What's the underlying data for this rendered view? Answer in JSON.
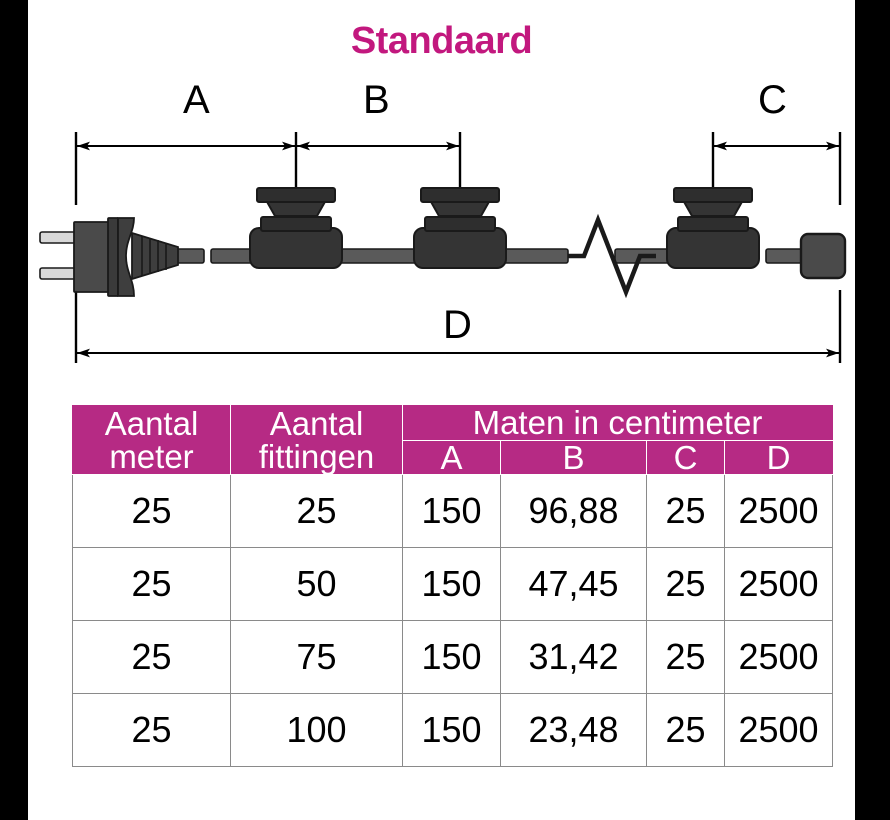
{
  "title": "Standaard",
  "colors": {
    "accent": "#C2187E",
    "table_header_bg": "#B62A84",
    "frame": "#000000",
    "hardware_dark": "#3a3a3a",
    "hardware_outline": "#1a1a1a",
    "cord": "#5a5a5a",
    "pin": "#d8d8d8"
  },
  "diagram": {
    "name": "light-string-dimension-diagram",
    "dimension_labels": {
      "a": "A",
      "b": "B",
      "c": "C",
      "d": "D"
    },
    "parts": {
      "plug": "mains-plug",
      "socket": "lamp-holder-fitting",
      "end_cap": "end-cap",
      "break": "cord-break-symbol",
      "cord": "cord"
    },
    "fitting_count_shown": 3
  },
  "table": {
    "header": {
      "col1": {
        "line1": "Aantal",
        "line2": "meter"
      },
      "col2": {
        "line1": "Aantal",
        "line2": "fittingen"
      },
      "group": "Maten in centimeter",
      "sub": [
        "A",
        "B",
        "C",
        "D"
      ]
    },
    "rows": [
      {
        "meters": "25",
        "fittings": "25",
        "a": "150",
        "b": "96,88",
        "c": "25",
        "d": "2500"
      },
      {
        "meters": "25",
        "fittings": "50",
        "a": "150",
        "b": "47,45",
        "c": "25",
        "d": "2500"
      },
      {
        "meters": "25",
        "fittings": "75",
        "a": "150",
        "b": "31,42",
        "c": "25",
        "d": "2500"
      },
      {
        "meters": "25",
        "fittings": "100",
        "a": "150",
        "b": "23,48",
        "c": "25",
        "d": "2500"
      }
    ]
  }
}
